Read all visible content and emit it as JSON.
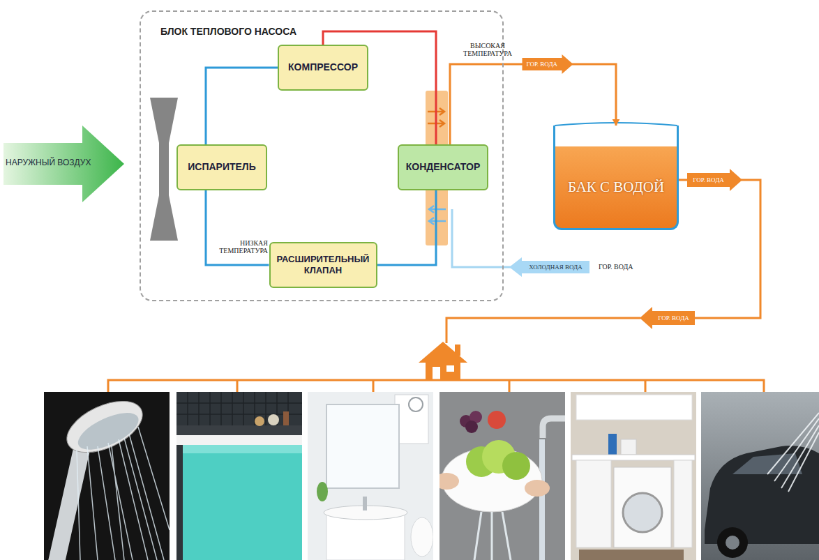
{
  "diagram": {
    "nodes": [
      {
        "text": [
          "БЛОК ТЕПЛОВОГО НАСОСА"
        ]
      },
      {
        "text": [
          "КОМПРЕССОР"
        ],
        "in": 0
      },
      {
        "text": [
          "ИСПАРИТЕЛЬ"
        ],
        "in": 0
      },
      {
        "text": [
          "КОНДЕНСАТОР"
        ],
        "in": 0
      },
      {
        "text": [
          "РАСШИРИТЕЛЬНЫЙ КЛАПАН"
        ],
        "in": 0
      },
      {
        "text": [
          "БАК С ВОДОЙ"
        ]
      }
    ],
    "edges": [
      {
        "from": 1,
        "to": 3,
        "arrow": "none"
      },
      {
        "from": 3,
        "to": 4,
        "arrow": "none"
      },
      {
        "from": 4,
        "to": 2,
        "arrow": "none"
      },
      {
        "from": 2,
        "to": 1,
        "arrow": "none"
      },
      {
        "from": 3,
        "to": 5,
        "arrow": "to",
        "label": "ГОР. ВОДА"
      }
    ],
    "labels": [
      "НАРУЖНЫЙ ВОЗДУХ",
      "ВЫСОКАЯ ТЕМПЕРАТУРА",
      "НИЗКАЯ ТЕМПЕРАТУРА",
      "ХОЛОДНАЯ ВОДА",
      "ГОР. ВОДА",
      "ГОР. ВОДА",
      "ГОР. ВОДА"
    ]
  }
}
